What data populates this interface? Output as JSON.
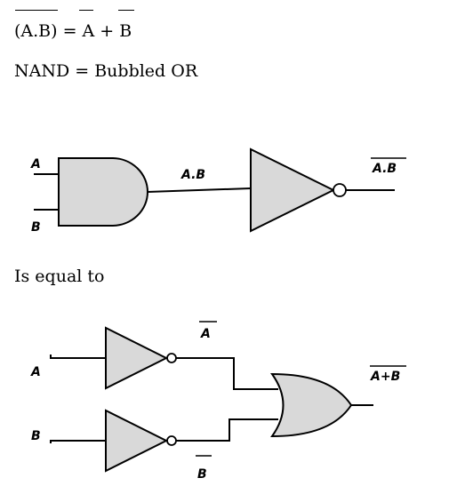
{
  "text": {
    "law": "(A.B) = A + B",
    "nand_statement": "NAND = Bubbled OR",
    "equal_to": "Is equal to"
  },
  "diagram_top": {
    "input_a": "A",
    "input_b": "B",
    "and_output": "A.B",
    "output": "A.B"
  },
  "diagram_bottom": {
    "input_a": "A",
    "input_b": "B",
    "not_a": "A",
    "not_b": "B",
    "output": "A+B"
  },
  "colors": {
    "gate_fill": "#d9d9d9",
    "line": "#000000",
    "background": "#ffffff"
  }
}
